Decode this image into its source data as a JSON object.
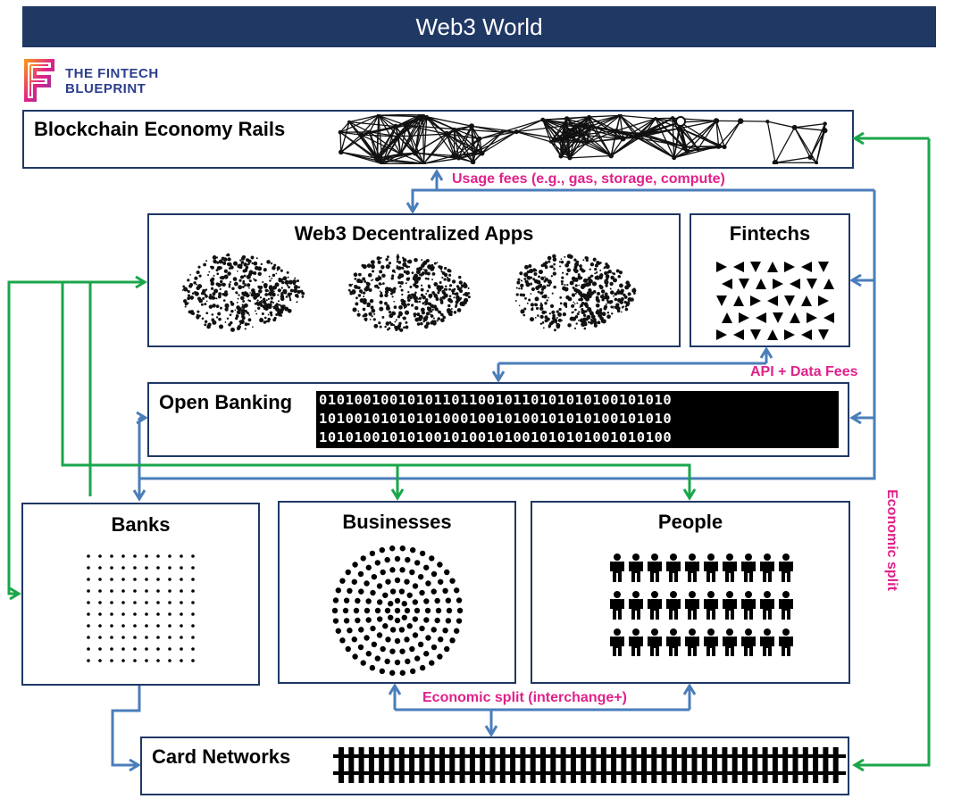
{
  "title": "Web3 World",
  "logo": {
    "line1": "THE FINTECH",
    "line2": "BLUEPRINT"
  },
  "boxes": {
    "blockchain": "Blockchain Economy Rails",
    "dapps": "Web3 Decentralized Apps",
    "fintechs": "Fintechs",
    "open_banking": "Open Banking",
    "banks": "Banks",
    "businesses": "Businesses",
    "people": "People",
    "card_networks": "Card Networks"
  },
  "binary_rows": [
    "0101001001010110110010110101010100101010",
    "1010010101010100010010100101010100101010",
    "1010100101010010100101001010101001010100"
  ],
  "labels": {
    "usage_fees": "Usage fees (e.g., gas, storage, compute)",
    "api_fees": "API + Data Fees",
    "economic_split_interchange": "Economic split (interchange+)",
    "economic_split": "Economic split"
  },
  "colors": {
    "banner": "#1f3864",
    "box_border": "#1f3864",
    "blue_flow": "#4a7ebb",
    "green_flow": "#1aa64a",
    "label": "#e0218a"
  }
}
